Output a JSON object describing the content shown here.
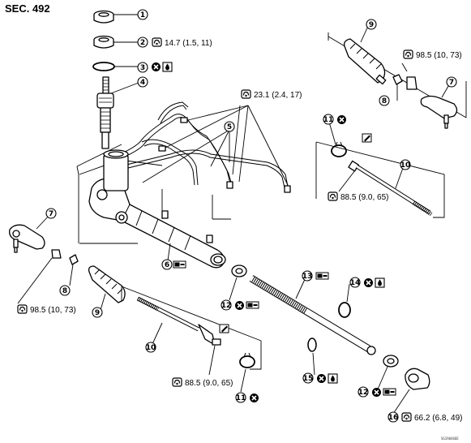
{
  "header": {
    "section": "SEC. 492"
  },
  "callouts": [
    "1",
    "2",
    "3",
    "4",
    "5",
    "6",
    "7",
    "8",
    "9",
    "10",
    "11",
    "12",
    "13",
    "14",
    "15",
    "16"
  ],
  "torques": {
    "t2": "14.7 (1.5, 11)",
    "t5": "23.1 (2.4, 17)",
    "t7_right": "98.5 (10, 73)",
    "t7_left": "98.5 (10, 73)",
    "t10_right": "88.5 (9.0, 65)",
    "t10_left": "88.5 (9.0, 65)",
    "t16": "66.2 (6.8, 49)"
  },
  "footer": {
    "code": "SGIA0466E"
  },
  "icons": {
    "torque": "torque-wrench-icon",
    "do_not_reuse": "do-not-reuse-icon",
    "fluid": "power-steering-fluid-icon",
    "grease": "multi-purpose-grease-icon",
    "adhesive": "thread-locking-sealant-icon"
  }
}
